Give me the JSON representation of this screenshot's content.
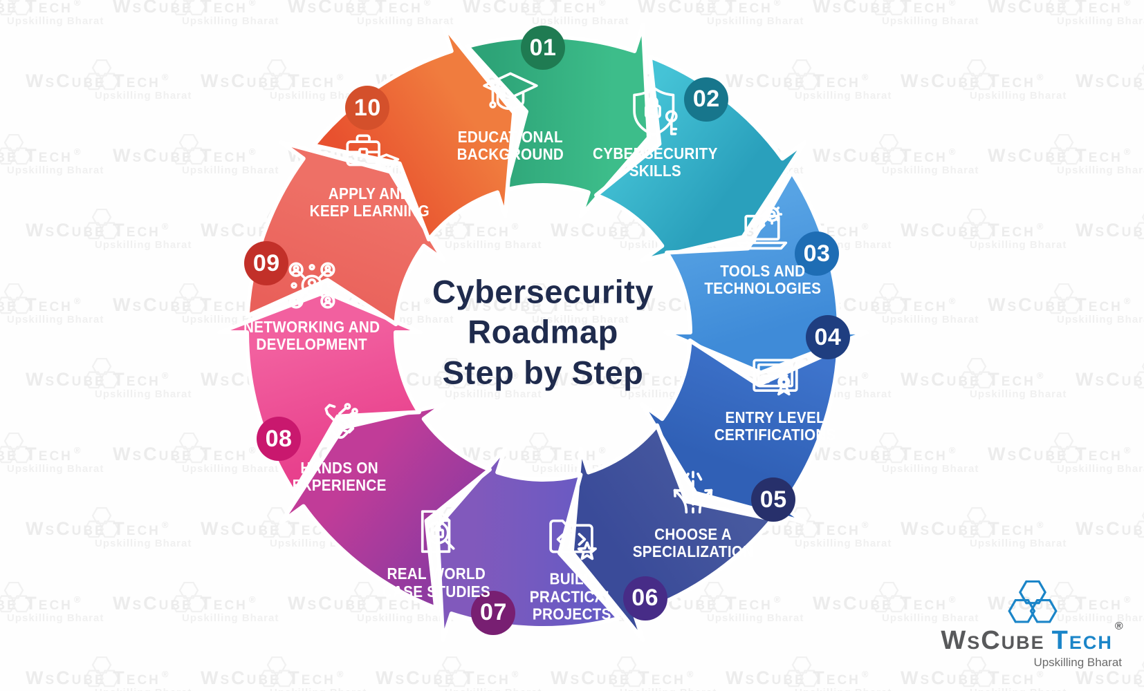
{
  "title": "Cybersecurity\nRoadmap\nStep by Step",
  "title_color": "#1F2B4D",
  "background_color": "#FEFEFE",
  "watermark": {
    "brand": "WsCube Tech",
    "registered": "®",
    "tagline": "Upskilling Bharat",
    "color": "#ECECEC"
  },
  "logo": {
    "brand_part1": "WsCube",
    "brand_part2": "Tech",
    "registered": "®",
    "tagline": "Upskilling Bharat",
    "accent_color": "#1B85C8",
    "text_color": "#58595B",
    "tagline_color": "#6B6B6B"
  },
  "diagram": {
    "type": "circular-arrow-cycle",
    "direction": "clockwise",
    "steps": [
      {
        "number": "01",
        "label": "Educational\nBackground",
        "icon": "graduation-cap",
        "color_start": "#2DA377",
        "color_end": "#3DBD8A",
        "badge_color": "#1F7B52"
      },
      {
        "number": "02",
        "label": "Cybersecurity\nSkills",
        "icon": "shield-lock-key",
        "color_start": "#45C3D6",
        "color_end": "#2AA0BC",
        "badge_color": "#17768C"
      },
      {
        "number": "03",
        "label": "Tools and\nTechnologies",
        "icon": "laptop-tools",
        "color_start": "#57A3E4",
        "color_end": "#3F8BD8",
        "badge_color": "#1E6DB4"
      },
      {
        "number": "04",
        "label": "Entry Level\nCertifications",
        "icon": "certificate",
        "color_start": "#3E74CC",
        "color_end": "#3060B6",
        "badge_color": "#1F3E80"
      },
      {
        "number": "05",
        "label": "Choose a\nSpecialization",
        "icon": "road-fork",
        "color_start": "#47599F",
        "color_end": "#3A4B99",
        "badge_color": "#27306B"
      },
      {
        "number": "06",
        "label": "Build\nPractical\nProjects",
        "icon": "code-folder-star",
        "color_start": "#655BC4",
        "color_end": "#8159BC",
        "badge_color": "#472C87"
      },
      {
        "number": "07",
        "label": "Real World\nCase Studies",
        "icon": "document-search",
        "color_start": "#8F3AA0",
        "color_end": "#C13C98",
        "badge_color": "#781F72"
      },
      {
        "number": "08",
        "label": "Hands On\nExperience",
        "icon": "hand-wrench",
        "color_start": "#E8418D",
        "color_end": "#F2609F",
        "badge_color": "#C9186E"
      },
      {
        "number": "09",
        "label": "Networking and\nDevelopment",
        "icon": "people-network",
        "color_start": "#E9605A",
        "color_end": "#EE7066",
        "badge_color": "#C23029"
      },
      {
        "number": "10",
        "label": "Apply and\nKeep Learning",
        "icon": "briefcase-cap",
        "color_start": "#E8512F",
        "color_end": "#F07C3E",
        "badge_color": "#D4502B"
      }
    ]
  }
}
